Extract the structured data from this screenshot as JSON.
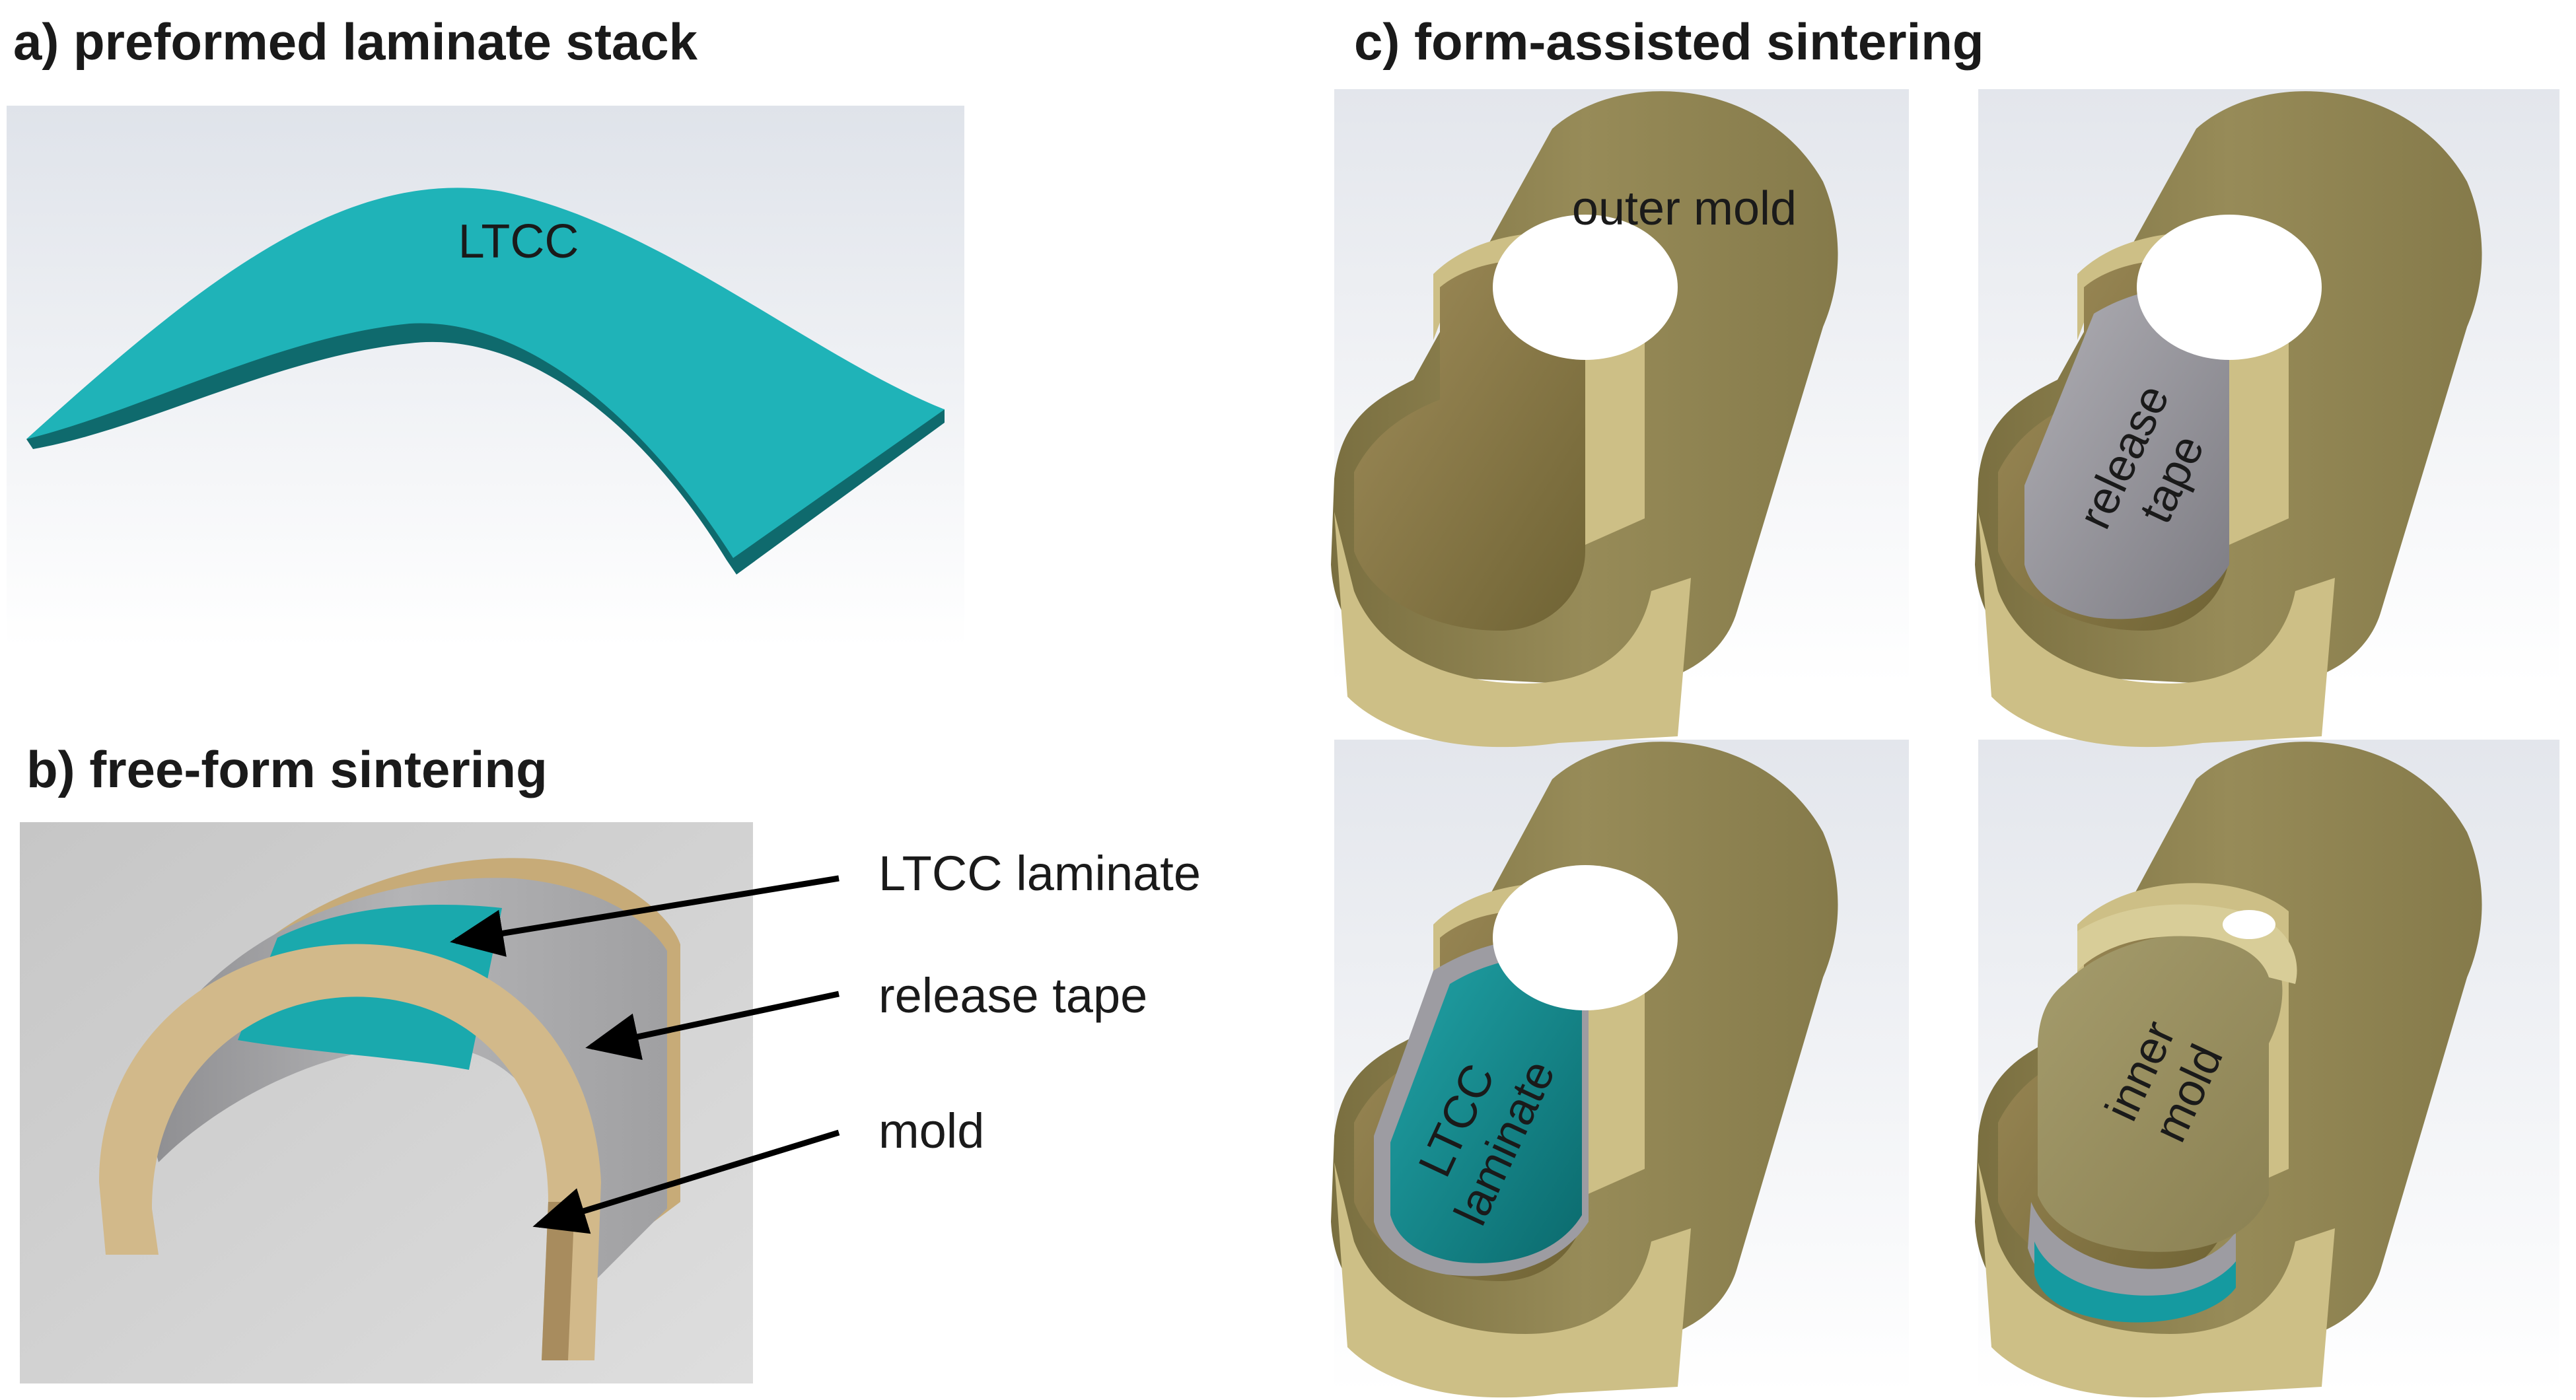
{
  "panels": {
    "a": {
      "heading": "a) preformed laminate stack",
      "part_label": "LTCC"
    },
    "b": {
      "heading": "b) free-form sintering",
      "callouts": [
        "LTCC laminate",
        "release tape",
        "mold"
      ]
    },
    "c": {
      "heading": "c) form-assisted sintering",
      "views": [
        {
          "label": [
            "outer mold"
          ]
        },
        {
          "label": [
            "release",
            "tape"
          ]
        },
        {
          "label": [
            "LTCC",
            "laminate"
          ]
        },
        {
          "label": [
            "inner",
            "mold"
          ]
        }
      ]
    }
  },
  "colors": {
    "ltcc": "#1fb0b6",
    "ltcc_dark": "#0e6c70",
    "release_tape": "#9c9ca2",
    "outer_mold": "#8e8351",
    "mold_tan": "#d3b98a",
    "background_grey": "#c9c9c9"
  }
}
